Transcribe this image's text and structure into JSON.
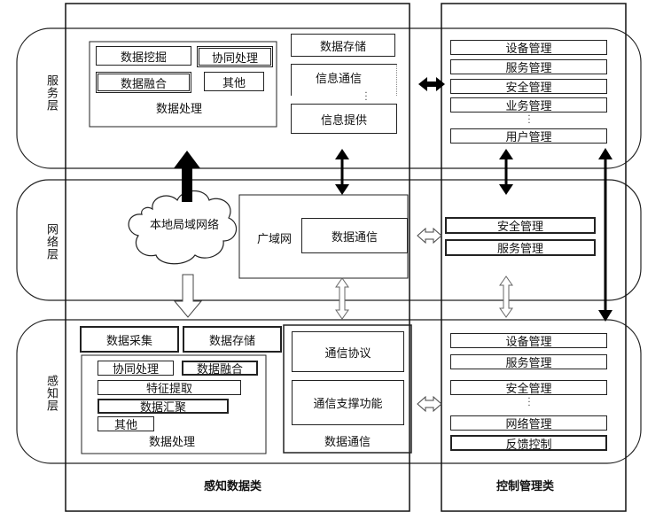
{
  "layers": {
    "service": "服务层",
    "network": "网络层",
    "perception": "感知层"
  },
  "columns": {
    "data_class": "感知数据类",
    "control_class": "控制管理类"
  },
  "service_layer": {
    "data_processing": {
      "items": [
        "数据挖掘",
        "协同处理",
        "数据融合",
        "其他"
      ],
      "title": "数据处理"
    },
    "storage": "数据存储",
    "comm": "信息通信",
    "provide": "信息提供",
    "mgmt": [
      "设备管理",
      "服务管理",
      "安全管理",
      "业务管理",
      "用户管理"
    ]
  },
  "network_layer": {
    "cloud": "本地局域网络",
    "wan": "广域网",
    "data_comm": "数据通信",
    "mgmt": [
      "安全管理",
      "服务管理"
    ]
  },
  "perception_layer": {
    "collect": "数据采集",
    "storage": "数据存储",
    "processing": {
      "items": [
        "协同处理",
        "数据融合",
        "特征提取",
        "数据汇聚",
        "其他"
      ],
      "title": "数据处理"
    },
    "comm": {
      "protocol": "通信协议",
      "support": "通信支撑功能",
      "title": "数据通信"
    },
    "mgmt": [
      "设备管理",
      "服务管理",
      "安全管理",
      "网络管理",
      "反馈控制"
    ]
  },
  "colors": {
    "line": "#222222",
    "background": "#ffffff"
  }
}
